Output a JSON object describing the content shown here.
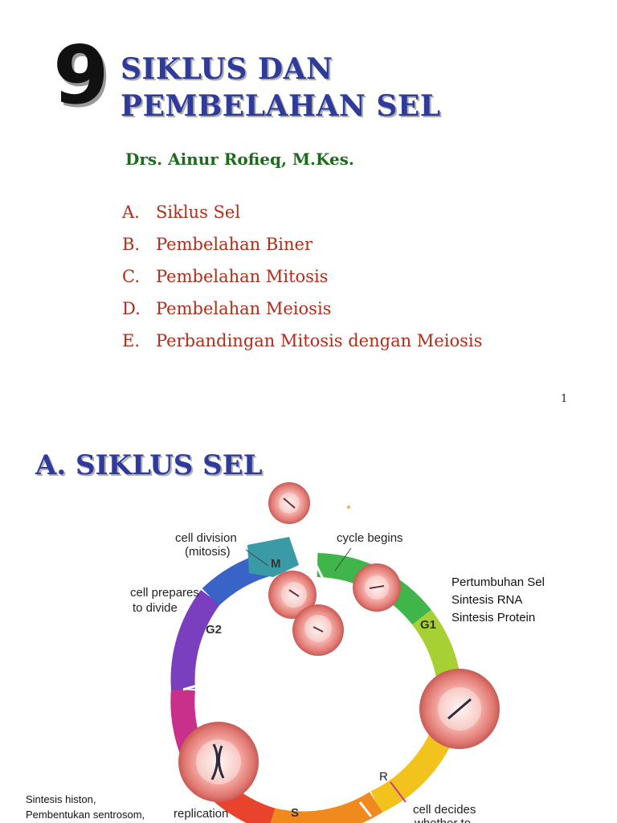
{
  "slide1": {
    "number": "9",
    "title_line1": "SIKLUS DAN",
    "title_line2": "PEMBELAHAN SEL",
    "author": "Drs. Ainur Rofieq, M.Kes.",
    "outline": [
      {
        "letter": "A.",
        "text": "Siklus Sel"
      },
      {
        "letter": "B.",
        "text": "Pembelahan Biner"
      },
      {
        "letter": "C.",
        "text": "Pembelahan Mitosis"
      },
      {
        "letter": "D.",
        "text": "Pembelahan Meiosis"
      },
      {
        "letter": "E.",
        "text": "Perbandingan Mitosis dengan Meiosis"
      }
    ],
    "page_number": "1"
  },
  "slide2": {
    "title": "A. SIKLUS SEL",
    "diagram": {
      "labels": {
        "cell_division": "cell division",
        "mitosis": "(mitosis)",
        "cycle_begins": "cycle begins",
        "cell_prepares": "cell prepares",
        "to_divide": "to divide",
        "replication": "replication",
        "cell_decides": "cell decides",
        "whether_to": "whether to"
      },
      "phases": {
        "m": "M",
        "g1": "G1",
        "g2": "G2",
        "s": "S",
        "r": "R"
      }
    },
    "g1_notes": [
      "Pertumbuhan Sel",
      "Sintesis RNA",
      "Sintesis Protein"
    ],
    "s_notes": [
      "Sintesis histon,",
      "Pembentukan sentrosom,"
    ]
  }
}
